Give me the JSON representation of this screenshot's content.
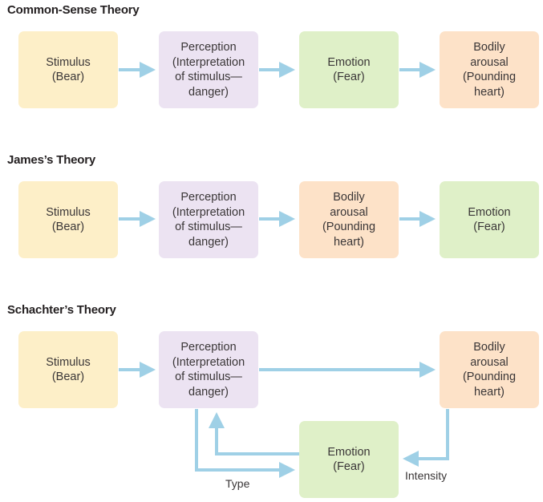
{
  "sections": [
    {
      "title": "Common-Sense Theory",
      "boxes": [
        "Stimulus\n(Bear)",
        "Perception\n(Interpretation\nof stimulus—\ndanger)",
        "Emotion\n(Fear)",
        "Bodily\narousal\n(Pounding\nheart)"
      ]
    },
    {
      "title": "James’s Theory",
      "boxes": [
        "Stimulus\n(Bear)",
        "Perception\n(Interpretation\nof stimulus—\ndanger)",
        "Bodily\narousal\n(Pounding\nheart)",
        "Emotion\n(Fear)"
      ]
    },
    {
      "title": "Schachter’s Theory",
      "boxes": [
        "Stimulus\n(Bear)",
        "Perception\n(Interpretation\nof stimulus—\ndanger)",
        "Bodily\narousal\n(Pounding\nheart)",
        "Emotion\n(Fear)"
      ],
      "labels": {
        "type": "Type",
        "intensity": "Intensity"
      }
    }
  ],
  "colors": {
    "stimulus": "#fdefc8",
    "perception": "#ece3f2",
    "emotion": "#dff0c8",
    "arousal": "#fde2c8",
    "arrow": "#9fd0e6",
    "title": "#231f20",
    "text": "#3a3637"
  }
}
